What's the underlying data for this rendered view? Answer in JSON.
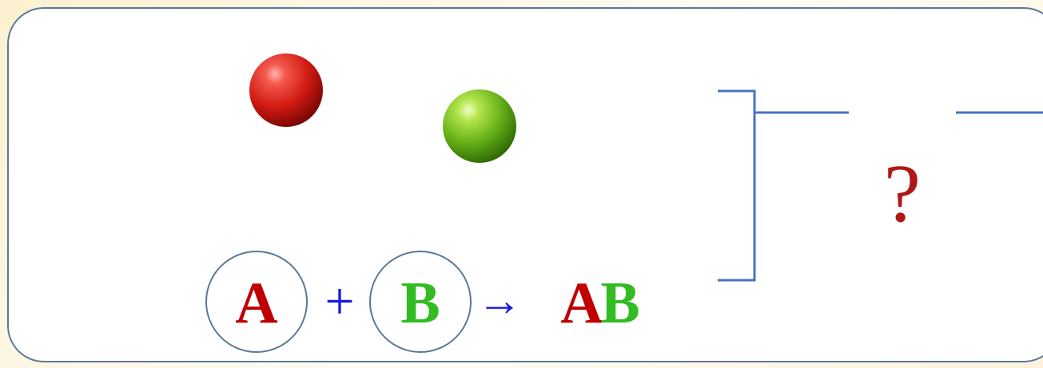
{
  "reaction": {
    "reactant_a": "A",
    "plus": "+",
    "reactant_b": "B",
    "arrow": "→",
    "product_a": "A",
    "product_b": "B"
  },
  "question_mark": "?",
  "colors": {
    "element_a": "#c00000",
    "element_b": "#33bb22",
    "operator": "#1818e0",
    "frame": "#5b7898",
    "bracket": "#4a74c0",
    "question": "#b01818"
  }
}
